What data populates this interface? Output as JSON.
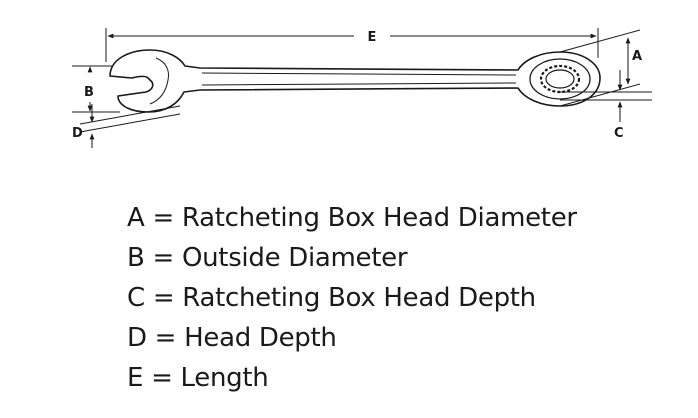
{
  "labels": {
    "a": "A",
    "b": "B",
    "c": "C",
    "d": "D",
    "e": "E"
  },
  "legend": [
    "A = Ratcheting Box Head Diameter",
    "B = Outside Diameter",
    "C = Ratcheting Box Head Depth",
    "D = Head Depth",
    "E = Length"
  ],
  "colors": {
    "stroke": "#1a1a1a",
    "background": "#ffffff"
  }
}
